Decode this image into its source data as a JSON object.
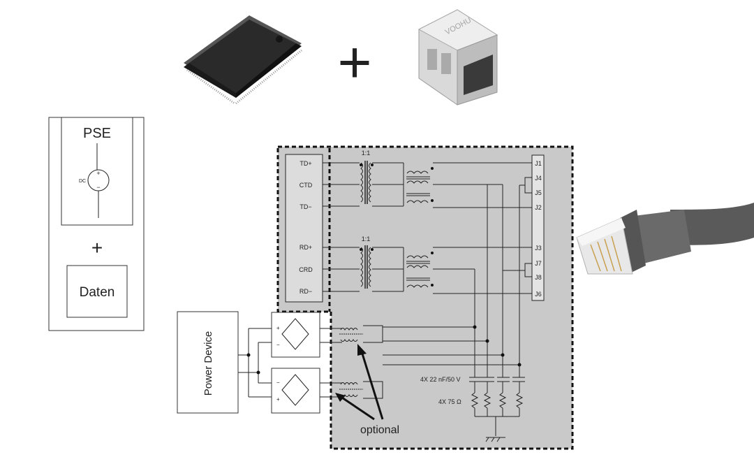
{
  "pse_box": {
    "title": "PSE",
    "source_label": "DC",
    "plus_sign": "+",
    "data_label": "Daten"
  },
  "top_row": {
    "plus_sign": "+",
    "jack_brand": "VOOHU"
  },
  "magnetics": {
    "tx_pins": [
      "TD+",
      "CTD",
      "TD−"
    ],
    "rx_pins": [
      "RD+",
      "CRD",
      "RD−"
    ],
    "ratio_tx": "1:1",
    "ratio_rx": "1:1",
    "jack_pins": [
      "J1",
      "J4",
      "J5",
      "J2",
      "J3",
      "J7",
      "J8",
      "J6"
    ],
    "cap_label": "4X 22 nF/50 V",
    "res_label": "4X 75 Ω"
  },
  "power_device_label": "Power Device",
  "optional_label": "optional",
  "colors": {
    "shaded_region": "#c9c9c9",
    "chip_body": "#2a2a2a",
    "cable_body": "#555555",
    "connector_clear": "#e8e8e8"
  }
}
